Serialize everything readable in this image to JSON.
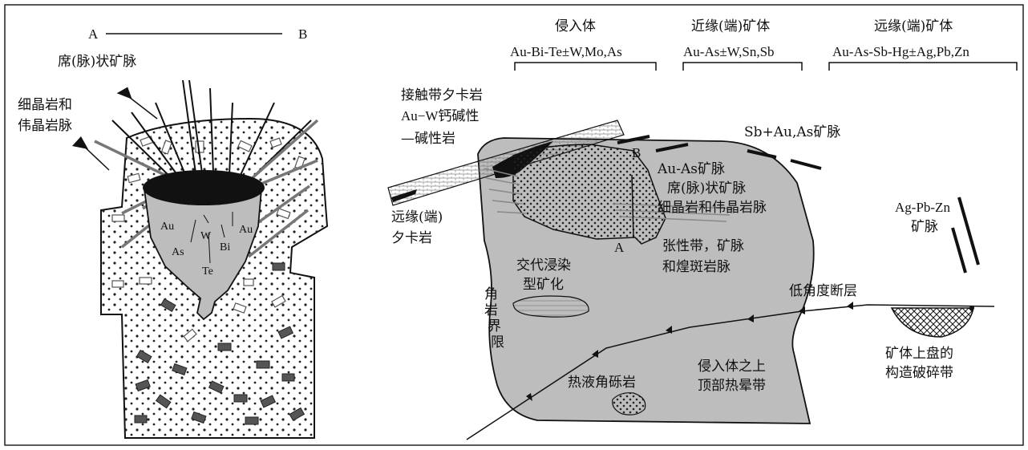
{
  "left_panel": {
    "section_line": {
      "a": "A",
      "b": "B"
    },
    "vein_label": [
      "席(脉)状矿脉"
    ],
    "aplite_label": [
      "细晶岩和",
      "伟晶岩脉"
    ],
    "elements": {
      "au1": "Au",
      "w": "W",
      "au2": "Au",
      "as": "As",
      "bi": "Bi",
      "te": "Te"
    }
  },
  "right_panel": {
    "headers": {
      "intrusion": "侵入体",
      "proximal": "近缘(端)矿体",
      "distal": "远缘(端)矿体"
    },
    "assemblages": {
      "intrusion": "Au-Bi-Te±W,Mo,As",
      "proximal": "Au-As±W,Sn,Sb",
      "distal": "Au-As-Sb-Hg±Ag,Pb,Zn"
    },
    "skarn_label": [
      "接触带夕卡岩",
      "Au−W钙碱性",
      "—碱性岩"
    ],
    "distal_skarn": [
      "远缘(端)",
      "夕卡岩"
    ],
    "sb_veins": "Sb+Au,As矿脉",
    "ag_veins": [
      "Ag-Pb-Zn",
      "矿脉"
    ],
    "au_as_veins": "Au-As矿脉",
    "sheeted_veins": "席(脉)状矿脉",
    "aplite_pegmatite": "细晶岩和伟晶岩脉",
    "tension_zone": [
      "张性带，矿脉",
      "和煌斑岩脉"
    ],
    "point_a": "A",
    "point_b": "B",
    "replacement": [
      "交代浸染",
      "型矿化"
    ],
    "hornfels": [
      "角",
      "岩",
      "界",
      "限"
    ],
    "low_angle_fault": "低角度断层",
    "hanging_wall": [
      "矿体上盘的",
      "构造破碎带"
    ],
    "roof_aureole": [
      "侵入体之上",
      "顶部热晕带"
    ],
    "breccia": "热液角砾岩"
  },
  "colors": {
    "intrusion_fill": "#bdbdbd",
    "ore_black": "#111111",
    "dyke_gray": "#555555"
  }
}
